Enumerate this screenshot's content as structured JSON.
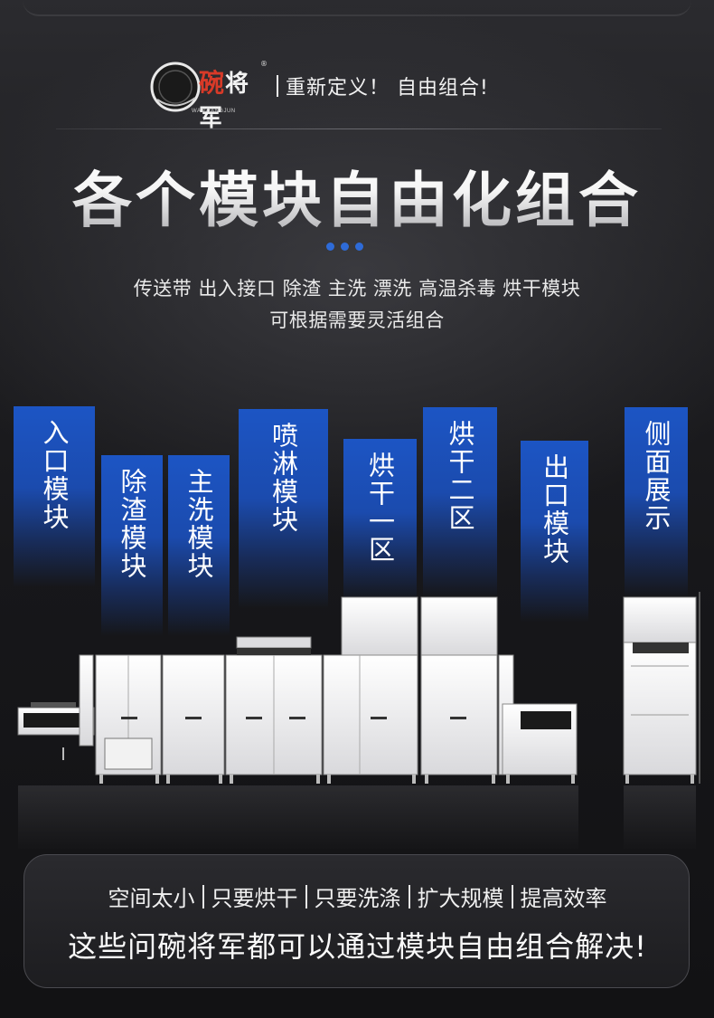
{
  "header": {
    "brand_name_first": "碗",
    "brand_name_rest": "将军",
    "brand_pinyin": "WANJIANGJUN",
    "registered_mark": "®",
    "slogan": "重新定义！ 自由组合!"
  },
  "title": "各个模块自由化组合",
  "description": {
    "line1": "传送带 出入接口 除渣 主洗 漂洗 高温杀毒 烘干模块",
    "line2": "可根据需要灵活组合"
  },
  "modules": [
    {
      "label": "入口模块"
    },
    {
      "label": "除渣模块"
    },
    {
      "label": "主洗模块"
    },
    {
      "label": "喷淋模块"
    },
    {
      "label": "烘干一区"
    },
    {
      "label": "烘干二区"
    },
    {
      "label": "出口模块"
    },
    {
      "label": "侧面展示"
    }
  ],
  "bottom": {
    "problems": [
      "空间太小",
      "只要烘干",
      "只要洗涤",
      "扩大规模",
      "提高效率"
    ],
    "conclusion": "这些问碗将军都可以通过模块自由组合解决!"
  },
  "colors": {
    "accent_blue": "#1c55c4",
    "dot_blue": "#2e6bd8",
    "logo_red": "#d83a28",
    "background": "#1f1f22"
  }
}
